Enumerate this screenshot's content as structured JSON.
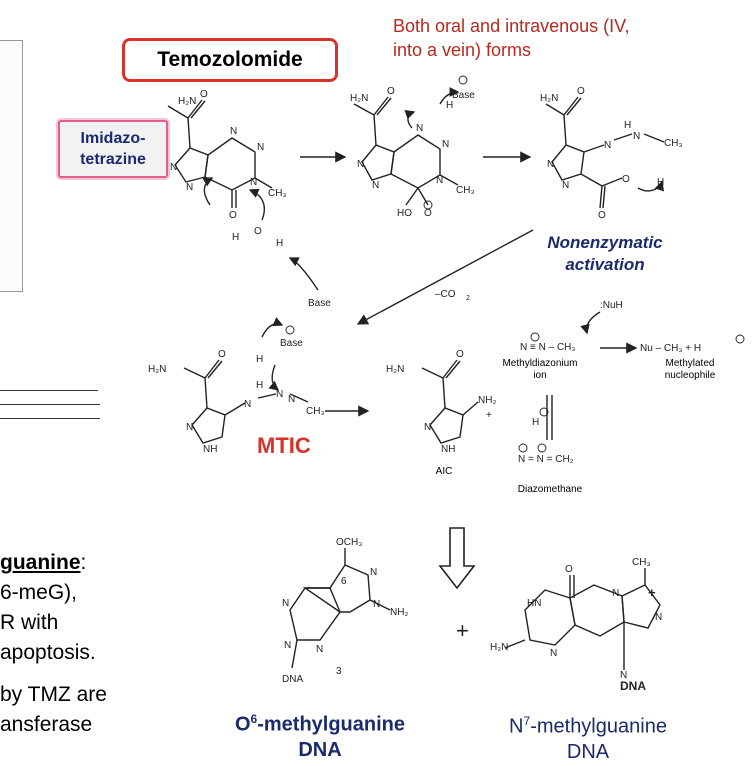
{
  "header": {
    "drug_name": "Temozolomide",
    "forms_note_line1": "Both oral and intravenous (IV,",
    "forms_note_line2": "into a vein) forms"
  },
  "labels": {
    "imidazo_line1": "Imidazo-",
    "imidazo_line2": "tetrazine",
    "nonenzymatic_line1": "Nonenzymatic",
    "nonenzymatic_line2": "activation",
    "mtic": "MTIC",
    "aic": "AIC",
    "co2": "–CO",
    "methyldiazonium_line1": "Methyldiazonium",
    "methyldiazonium_line2": "ion",
    "methylated_line1": "Methylated",
    "methylated_line2": "nucleophile",
    "diazomethane": "Diazomethane",
    "nuh": ":NuH",
    "base": "Base",
    "plus": "+"
  },
  "left_text": {
    "line1": "guanine",
    "line1_suffix": ":",
    "line2": "6-meG),",
    "line3": "R with",
    "line4": "apoptosis.",
    "line5": "by TMZ are",
    "line6": "ansferase"
  },
  "products": {
    "o6_line1_prefix": "O",
    "o6_sup": "6",
    "o6_line1_rest": "-methylguanine",
    "o6_line2": "DNA",
    "n7_prefix": "N",
    "n7_sup": "7",
    "n7_rest": "-methylguanine",
    "n7_line2": "DNA"
  },
  "colors": {
    "red": "#d8332b",
    "navy": "#1a2a6c",
    "pink": "#e35d8e"
  }
}
